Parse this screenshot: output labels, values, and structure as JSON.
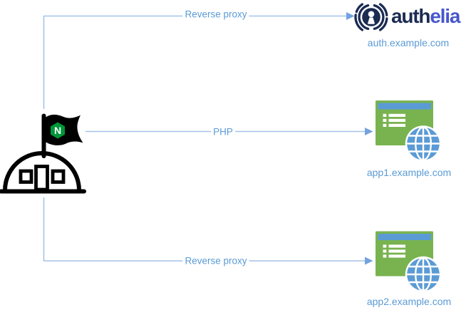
{
  "colors": {
    "canvas_bg": "#FFFFFF",
    "connector_line": "#A6C4E9",
    "connector_arrow": "#74A2DE",
    "edge_label": "#5B9BD5",
    "node_label": "#5B9BD5",
    "nginx_black": "#000000",
    "nginx_green": "#009639",
    "authelia_navy": "#1B2B52",
    "authelia_blue": "#4857CC",
    "app_green": "#79B350",
    "app_blue": "#5B9BD5"
  },
  "nodes": {
    "nginx": {
      "flag_letter": "N"
    },
    "authelia": {
      "wordmark_dark": "auth",
      "wordmark_light": "elia",
      "hostname": "auth.example.com"
    },
    "app1": {
      "hostname": "app1.example.com"
    },
    "app2": {
      "hostname": "app2.example.com"
    }
  },
  "edges": [
    {
      "label": "Reverse proxy"
    },
    {
      "label": "PHP"
    },
    {
      "label": "Reverse proxy"
    }
  ]
}
